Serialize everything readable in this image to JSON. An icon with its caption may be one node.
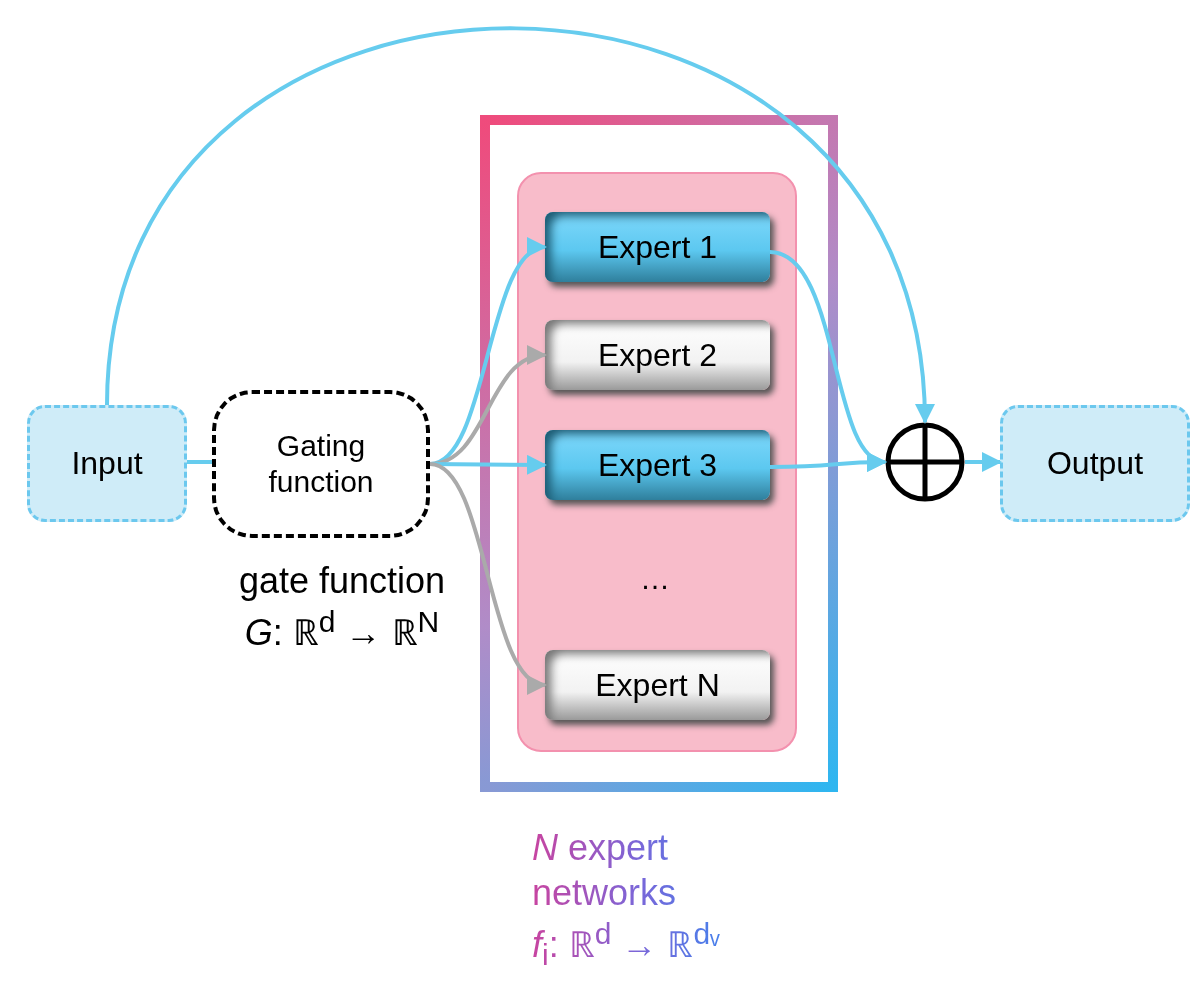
{
  "diagram": {
    "nodes": [
      {
        "text": [
          "Input"
        ]
      },
      {
        "text": [
          "Gating function"
        ],
        "beside": [
          "gate function",
          "*G*: ℝ$^{d}$ → ℝ$^{N}$"
        ]
      },
      {
        "text": [],
        "shape": "box",
        "beside": [
          "*N* expert networks",
          "*f*$_{i}$: ℝ$^{d}$ → ℝ$^{dᵥ}$"
        ]
      },
      {
        "text": [],
        "shape": "box",
        "in": 2
      },
      {
        "text": [
          "Expert 1"
        ],
        "in": 3
      },
      {
        "text": [
          "Expert 2"
        ],
        "in": 3
      },
      {
        "text": [
          "Expert 3"
        ],
        "in": 3
      },
      {
        "text": [
          "Expert N"
        ],
        "in": 3
      },
      {
        "text": [],
        "shape": "circle"
      },
      {
        "text": [
          "Output"
        ]
      }
    ],
    "edges": [
      {
        "from": 0,
        "to": 1,
        "arrow": "none"
      },
      {
        "from": 1,
        "to": 4,
        "arrow": "to"
      },
      {
        "from": 1,
        "to": 5,
        "arrow": "to",
        "color": "#aaaaaa"
      },
      {
        "from": 1,
        "to": 6,
        "arrow": "to"
      },
      {
        "from": 1,
        "to": 7,
        "arrow": "to",
        "color": "#aaaaaa"
      },
      {
        "from": 4,
        "to": 8,
        "arrow": "to"
      },
      {
        "from": 6,
        "to": 8,
        "arrow": "to"
      },
      {
        "from": 0,
        "to": 8,
        "arrow": "to"
      },
      {
        "from": 8,
        "to": 9,
        "arrow": "to"
      }
    ],
    "labels": [
      "…"
    ]
  }
}
